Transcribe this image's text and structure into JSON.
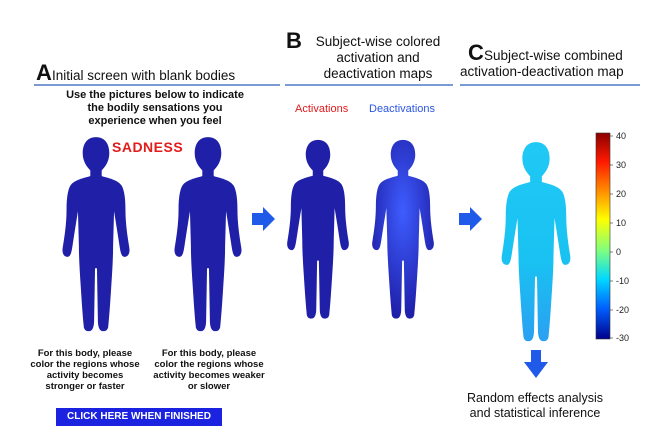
{
  "panel_a": {
    "letter": "A",
    "title": "Initial screen with blank bodies",
    "instruction_lines": [
      "Use the pictures below to indicate",
      "the bodily sensations you",
      "experience when you feel"
    ],
    "emotion": "SADNESS",
    "caption_left_lines": [
      "For this body, please",
      "color the regions whose",
      "activity becomes",
      "stronger or faster"
    ],
    "caption_right_lines": [
      "For this body, please",
      "color the regions whose",
      "activity becomes weaker",
      "or slower"
    ],
    "finish_button": "CLICK HERE WHEN FINISHED"
  },
  "panel_b": {
    "letter": "B",
    "title_lines": [
      "Subject-wise colored",
      "activation and",
      "deactivation maps"
    ],
    "activations_label": "Activations",
    "deactivations_label": "Deactivations"
  },
  "panel_c": {
    "letter": "C",
    "title_lines": [
      "Subject-wise combined",
      "activation-deactivation map"
    ],
    "colorbar_ticks": [
      "40",
      "30",
      "20",
      "10",
      "0",
      "-10",
      "-20",
      "-30"
    ],
    "bottom_lines": [
      "Random effects analysis",
      "and statistical inference"
    ]
  },
  "colors": {
    "body_blue": "#1f1fa8",
    "arrow_blue": "#1f5be8",
    "rule_blue": "#7b9ad3",
    "emotion_red": "#e21b1b"
  }
}
